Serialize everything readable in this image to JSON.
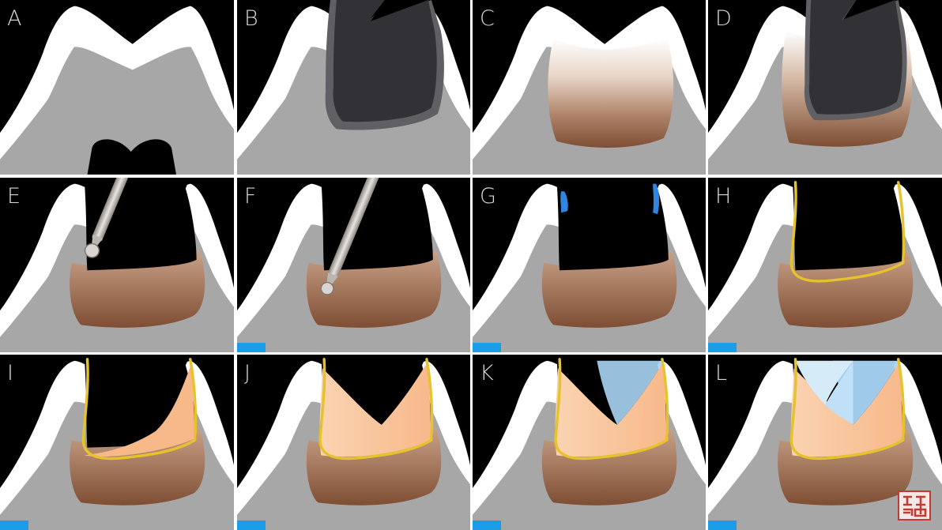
{
  "figure": {
    "panels": [
      {
        "label": "A",
        "stage": "intact"
      },
      {
        "label": "B",
        "stage": "caries"
      },
      {
        "label": "C",
        "stage": "decalcified"
      },
      {
        "label": "D",
        "stage": "caries-halo"
      },
      {
        "label": "E",
        "stage": "bur-large"
      },
      {
        "label": "F",
        "stage": "bur-green"
      },
      {
        "label": "G",
        "stage": "margins"
      },
      {
        "label": "H",
        "stage": "liner"
      },
      {
        "label": "I",
        "stage": "fill-low"
      },
      {
        "label": "J",
        "stage": "fill-mid"
      },
      {
        "label": "K",
        "stage": "fill-high"
      },
      {
        "label": "L",
        "stage": "fill-full"
      }
    ],
    "colors": {
      "background": "#000000",
      "enamel": "#ffffff",
      "dentin": "#a7a7a7",
      "caries_dark": "#323236",
      "affected_dentin_top": "#c9a288",
      "affected_dentin_bottom": "#7e4e33",
      "composite": "#f7b98a",
      "composite_light": "#fad3b1",
      "liner": "#e6c22c",
      "enamel_etch": "#2f86e0",
      "translucent_composite": "#a9d5f5",
      "corner_tab": "#1b9de8",
      "seal": "#c43a33"
    },
    "seal_icon": "dentist-seal-icon"
  }
}
